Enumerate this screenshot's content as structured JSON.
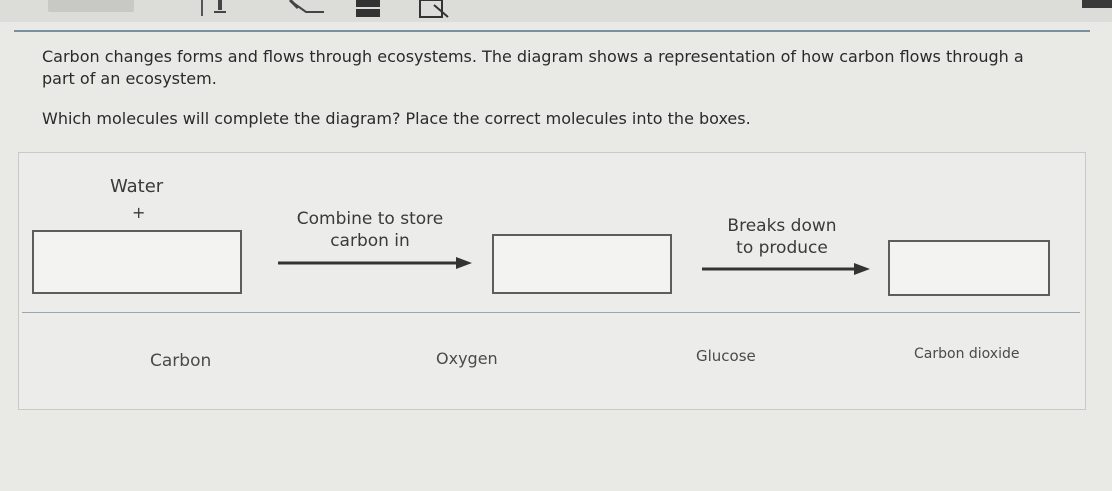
{
  "toolbar": {
    "icons": [
      "pen-tool-icon",
      "highlighter-icon",
      "eraser-icon",
      "notepad-icon"
    ]
  },
  "question": {
    "paragraph1": "Carbon changes forms and flows through ecosystems. The diagram shows a representation of how carbon flows through a part of an ecosystem.",
    "paragraph2": "Which molecules will complete the diagram? Place the correct molecules into the boxes."
  },
  "diagram": {
    "water_label": "Water",
    "plus_sign": "+",
    "arrow1_label_line1": "Combine to store",
    "arrow1_label_line2": "carbon in",
    "arrow2_label_line1": "Breaks down",
    "arrow2_label_line2": "to produce"
  },
  "choices": [
    "Carbon",
    "Oxygen",
    "Glucose",
    "Carbon dioxide"
  ]
}
